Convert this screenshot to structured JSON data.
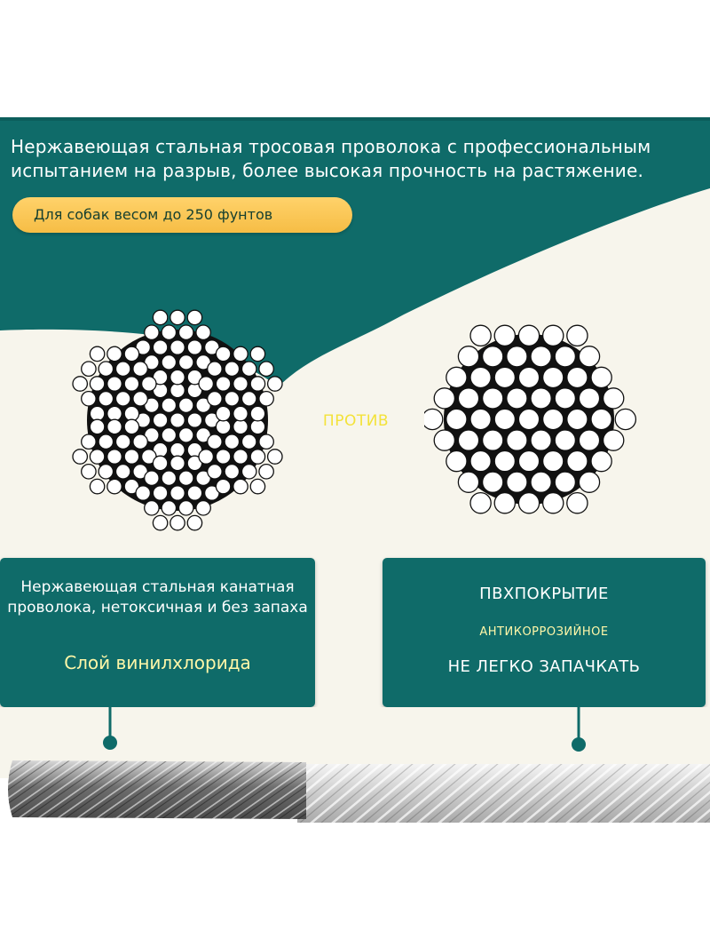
{
  "header": {
    "headline": "Нержавеющая стальная тросовая проволока с профессиональным испытанием на разрыв, более высокая прочность на растяжение.",
    "badge": "Для собак весом до 250 фунтов"
  },
  "comparison": {
    "versus": "ПРОТИВ"
  },
  "left_card": {
    "description": "Нержавеющая стальная канатная проволока, нетоксичная и без запаха",
    "accent": "Слой винилхлорида"
  },
  "right_card": {
    "title": "ПВХПОКРЫТИЕ",
    "subtitle": "АНТИКОРРОЗИЙНОЕ",
    "bottom": "НЕ ЛЕГКО ЗАПАЧКАТЬ"
  },
  "colors": {
    "teal": "#0f6b69",
    "cream": "#f7f5ec",
    "badge_yellow": "#f6bd45",
    "accent_yellow": "#fff7a8",
    "versus_yellow": "#f3e23a"
  }
}
